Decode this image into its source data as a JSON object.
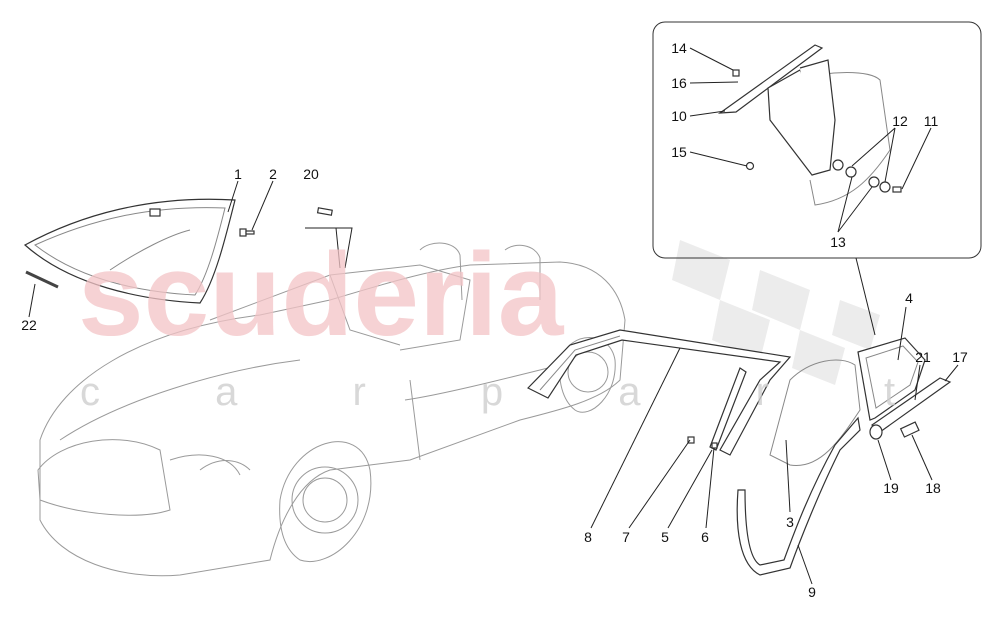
{
  "watermark": {
    "brand": "scuderia",
    "tagline": "c a r   p a r t s",
    "brand_color": "#f3c4c6"
  },
  "callouts": {
    "n1": "1",
    "n2": "2",
    "n3": "3",
    "n4": "4",
    "n5": "5",
    "n6": "6",
    "n7": "7",
    "n8": "8",
    "n9": "9",
    "n10": "10",
    "n11": "11",
    "n12": "12",
    "n13": "13",
    "n14": "14",
    "n15": "15",
    "n16": "16",
    "n17": "17",
    "n18": "18",
    "n19": "19",
    "n20": "20",
    "n21": "21",
    "n22": "22"
  }
}
